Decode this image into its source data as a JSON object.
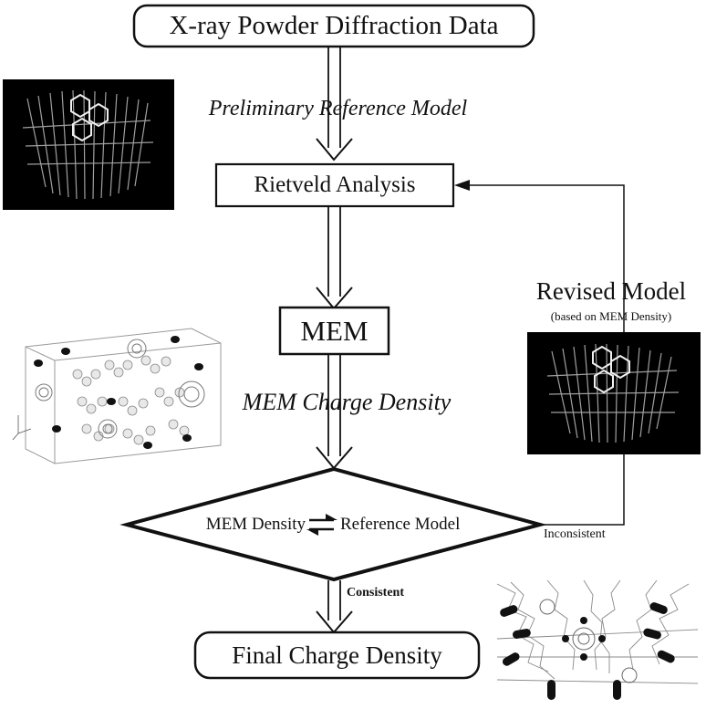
{
  "nodes": {
    "xray": "X-ray Powder Diffraction Data",
    "rietveld": "Rietveld Analysis",
    "mem": "MEM",
    "diamond_left": "MEM Density",
    "diamond_right": "Reference Model",
    "final": "Final Charge Density"
  },
  "edge_labels": {
    "preliminary": "Preliminary Reference Model",
    "mem_charge": "MEM Charge Density",
    "consistent": "Consistent",
    "inconsistent": "Inconsistent"
  },
  "revised": {
    "title": "Revised Model",
    "subtitle": "(based on MEM Density)"
  }
}
